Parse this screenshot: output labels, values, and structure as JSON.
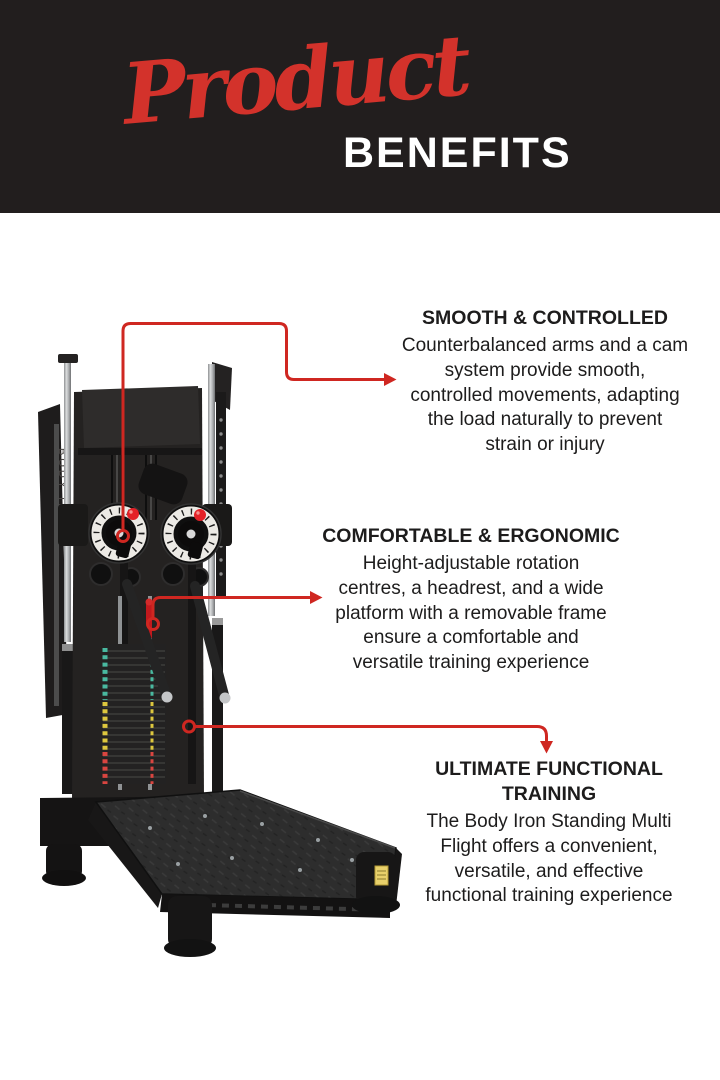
{
  "header": {
    "title_script": "Product",
    "title_caps": "BENEFITS",
    "bg_color": "#221e1e",
    "script_color": "#d3322b",
    "caps_color": "#ffffff"
  },
  "accent_color": "#cf2721",
  "text_color": "#1d1c1c",
  "product": {
    "name": "Body Iron Standing Multi Flight",
    "brand_vertical_text": "BODY IRON",
    "knob_color": "#e42127"
  },
  "benefits": [
    {
      "id": "smooth-controlled",
      "heading": "SMOOTH & CONTROLLED",
      "body": "Counterbalanced arms and a cam\nsystem provide smooth,\ncontrolled movements, adapting\nthe load naturally to prevent\nstrain or injury"
    },
    {
      "id": "comfortable-ergonomic",
      "heading": "COMFORTABLE & ERGONOMIC",
      "body": "Height-adjustable rotation\ncentres, a headrest, and a wide\nplatform with a removable frame\nensure a comfortable and\nversatile training experience"
    },
    {
      "id": "ultimate-functional-training",
      "heading": "ULTIMATE FUNCTIONAL\nTRAINING",
      "body": "The Body Iron Standing Multi\nFlight offers a convenient,\nversatile, and effective\nfunctional training experience"
    }
  ]
}
